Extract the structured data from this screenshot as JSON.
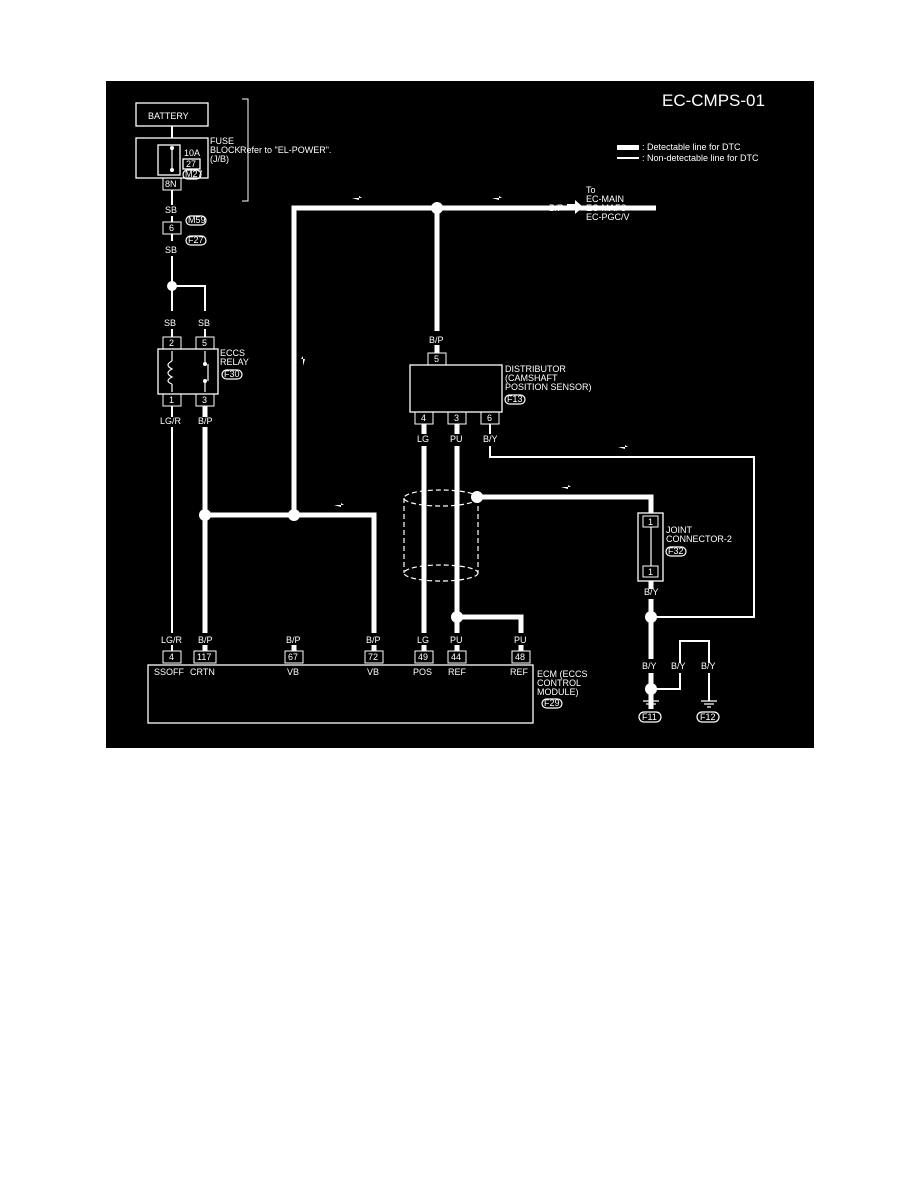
{
  "diagram": {
    "title": "EC-CMPS-01",
    "legend": {
      "detectable": ": Detectable line for DTC",
      "non_detectable": ": Non-detectable line for DTC"
    },
    "battery": "BATTERY",
    "fuse_block": {
      "line1": "FUSE",
      "line2": "BLOCK",
      "line3": "(J/B)",
      "connector": "M27",
      "rating": "10A",
      "fuse_no": "27",
      "terminal": "8N",
      "note": "Refer to \"EL-POWER\"."
    },
    "harness": {
      "wire": "SB",
      "pin": "6",
      "conn_a": "M59",
      "conn_b": "F27"
    },
    "relay": {
      "line1": "ECCS",
      "line2": "RELAY",
      "connector": "F30",
      "pins": [
        "2",
        "5",
        "1",
        "3"
      ],
      "wires_top": [
        "SB",
        "SB"
      ],
      "wires_bottom": [
        "LG/R",
        "B/P"
      ]
    },
    "to_block": {
      "wire": "B/P",
      "line1": "To",
      "line2": "EC-MAIN",
      "line3": "EC-MAFS",
      "line4": "EC-PGC/V"
    },
    "distributor": {
      "line1": "DISTRIBUTOR",
      "line2": "(CAMSHAFT",
      "line3": "POSITION SENSOR)",
      "connector": "F13",
      "top_pin": "5",
      "top_wire": "B/P",
      "pins": [
        "4",
        "3",
        "6"
      ],
      "wires": [
        "LG",
        "PU",
        "B/Y"
      ]
    },
    "joint": {
      "line1": "JOINT",
      "line2": "CONNECTOR-2",
      "connector": "F32",
      "pins": [
        "1",
        "1"
      ],
      "wire": "B/Y"
    },
    "ecm": {
      "line1": "ECM (ECCS",
      "line2": "CONTROL",
      "line3": "MODULE)",
      "connector": "F29",
      "terminals": [
        {
          "wire": "LG/R",
          "pin": "4",
          "label": "SSOFF"
        },
        {
          "wire": "B/P",
          "pin": "117",
          "label": "CRTN"
        },
        {
          "wire": "B/P",
          "pin": "67",
          "label": "VB"
        },
        {
          "wire": "B/P",
          "pin": "72",
          "label": "VB"
        },
        {
          "wire": "LG",
          "pin": "49",
          "label": "POS"
        },
        {
          "wire": "PU",
          "pin": "44",
          "label": "REF"
        },
        {
          "wire": "PU",
          "pin": "48",
          "label": "REF"
        }
      ]
    },
    "ground": {
      "wires": [
        "B/Y",
        "B/Y",
        "B/Y"
      ],
      "conn_a": "F11",
      "conn_b": "F12"
    }
  }
}
